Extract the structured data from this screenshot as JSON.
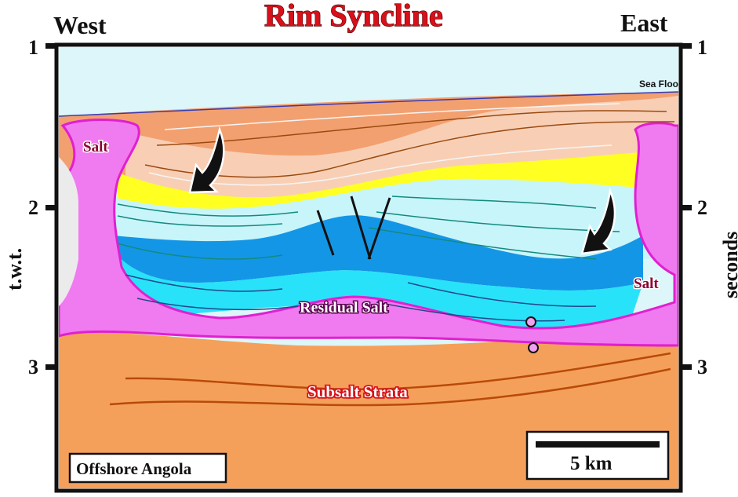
{
  "title": "Rim Syncline",
  "directions": {
    "west": "West",
    "east": "East"
  },
  "axis": {
    "left_ticks": [
      "1",
      "2",
      "3"
    ],
    "right_ticks": [
      "1",
      "2",
      "3"
    ],
    "left_label": "t.w.t.",
    "right_label": "seconds"
  },
  "labels": {
    "sea_floor": "Sea Floor",
    "salt_west": "Salt",
    "salt_east": "Salt",
    "residual_salt": "Residual Salt",
    "subsalt_strata": "Subsalt Strata"
  },
  "location_box": "Offshore Angola",
  "scale_bar": "5 km",
  "colors": {
    "sea": "#dcf6fa",
    "salt": "#f07af0",
    "salt_edge": "#e020d0",
    "subsalt": "#f5a05a",
    "orange_layer": "#f3a070",
    "peach_layer": "#f8cfb5",
    "yellow_layer": "#ffff22",
    "pale_cyan": "#c8f5fa",
    "cyan": "#28e2fa",
    "blue": "#1496e6",
    "title_red": "#d8101a"
  }
}
